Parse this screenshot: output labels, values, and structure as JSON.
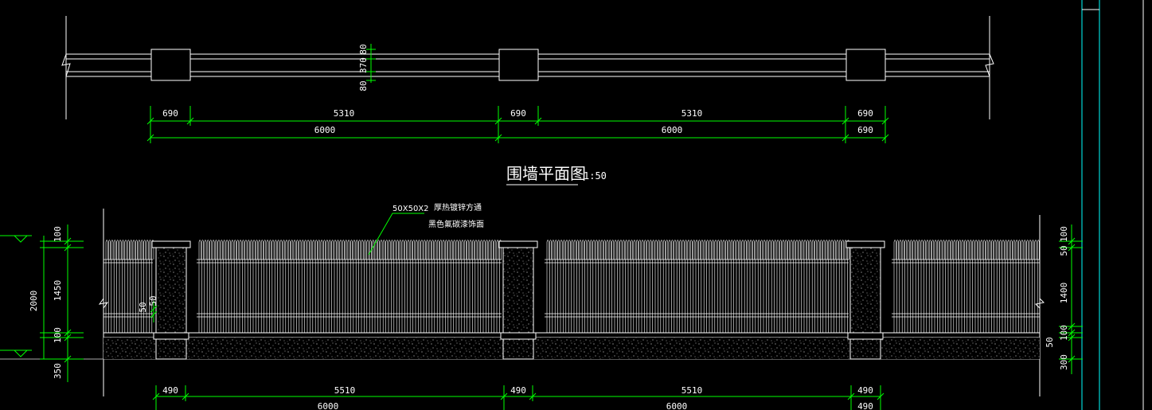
{
  "colors": {
    "background": "#000000",
    "line": "#ffffff",
    "dimension": "#00ff00",
    "frame": "#00ffff",
    "grey": "#aaaaaa"
  },
  "plan": {
    "title": "围墙平面图",
    "scale": "1:50",
    "top_dims": [
      "690",
      "5310",
      "690",
      "5310",
      "690"
    ],
    "bottom_dims": [
      "6000",
      "6000",
      "690"
    ],
    "vertical_dims": [
      "80",
      "370",
      "80"
    ]
  },
  "elevation": {
    "note_size": "50X50X2",
    "note_line1": "厚热镀锌方通",
    "note_line2": "黑色氟碳漆饰面",
    "left_dims": [
      "100",
      "1450",
      "100",
      "350"
    ],
    "left_total": "2000",
    "right_dims": [
      "100",
      "50",
      "1400",
      "100",
      "50",
      "300"
    ],
    "small_dims": [
      "50",
      "50"
    ],
    "bottom_dims": [
      "490",
      "5510",
      "490",
      "5510",
      "490"
    ],
    "bottom_totals": [
      "6000",
      "6000",
      "490"
    ]
  }
}
